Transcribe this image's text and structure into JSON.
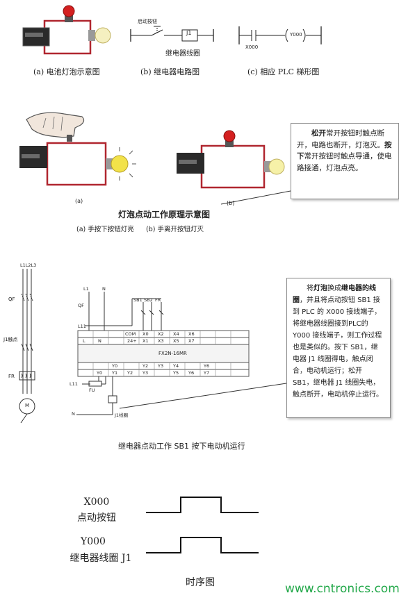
{
  "section1": {
    "cap_a": "(a)  电池灯泡示意图",
    "cap_b": "(b)  继电器电路图",
    "cap_c": "(c)  相应 PLC 梯形图",
    "relay_label": "继电器线圈",
    "start_button_label": "启动按钮",
    "j1_label": "J1",
    "x000_label": "X000",
    "y000_label": "Y000"
  },
  "section2": {
    "label_a": "(a)",
    "label_b": "(b)",
    "title": "灯泡点动工作原理示意图",
    "sub_a": "(a)  手按下按钮灯亮",
    "sub_b": "(b)  手离开按钮灯灭",
    "callout": {
      "p1_bold": "松开",
      "p1_rest": "常开按钮时触点断开，电路也断开，灯泡灭。",
      "p2_bold": "按下",
      "p2_rest": "常开按钮时触点导通，使电路接通，灯泡点亮。"
    }
  },
  "section3": {
    "title": "继电器点动工作 SB1 按下电动机运行",
    "labels": {
      "L1": "L1",
      "L2": "L2",
      "L3": "L3",
      "QF": "QF",
      "J1contact": "J1触点",
      "FR": "FR",
      "M": "M",
      "L1b": "L1",
      "N": "N",
      "QF2": "QF",
      "L11": "L11",
      "SB1": "SB1",
      "SB2": "SB2",
      "FR2": "FR",
      "COM": "COM",
      "X0": "X0",
      "X2": "X2",
      "X4": "X4",
      "X6": "X6",
      "L": "L",
      "N2": "N",
      "v24": "24+",
      "X1": "X1",
      "X3": "X3",
      "X5": "X5",
      "X7": "X7",
      "model": "FX2N-16MR",
      "Y0": "Y0",
      "Y2": "Y2",
      "Y3": "Y3",
      "Y4": "Y4",
      "Y6": "Y6",
      "Y0b": "Y0",
      "Y1": "Y1",
      "Y2b": "Y2",
      "Y3b": "Y3",
      "Y5": "Y5",
      "Y6b": "Y6",
      "Y7": "Y7",
      "L11b": "L11",
      "FU": "FU",
      "N3": "N",
      "J1coil": "J1线圈"
    },
    "callout": {
      "t1": "将",
      "t1b": "灯泡",
      "t2": "换成",
      "t2b": "继电器的线圈",
      "t3": "，并且将点动按钮 SB1 接到 PLC 的 X000 接线端子，将继电器线圈接到PLC的 Y000 接线端子，则工作过程也是类似的。按下 SB1，继电器 J1 线圈得电，触点闭合，电动机运行；松开 SB1，继电器 J1 线圈失电，触点断开，电动机停止运行。"
    }
  },
  "section4": {
    "x000": "X000",
    "x000_desc": "点动按钮",
    "y000": "Y000",
    "y000_desc": "继电器线圈 J1",
    "title": "时序图"
  },
  "watermark": "www.cntronics.com",
  "colors": {
    "wire_red": "#b0262f",
    "battery": "#2a2a2a",
    "bulb": "#f2e24a",
    "button_red": "#d42020",
    "accent_green": "#23a84a"
  }
}
